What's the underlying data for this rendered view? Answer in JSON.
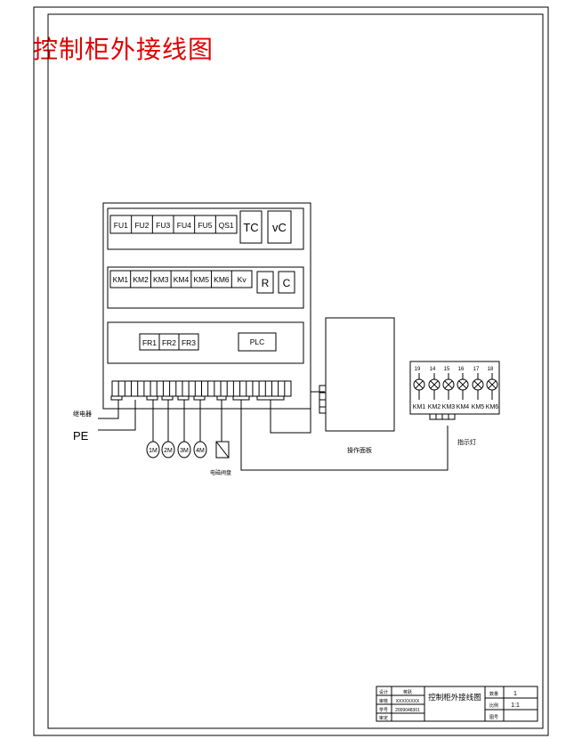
{
  "title": "控制柜外接线图",
  "panel": {
    "row1": [
      "FU1",
      "FU2",
      "FU3",
      "FU4",
      "FU5",
      "QS1"
    ],
    "row1_extra": [
      "TC",
      "vC"
    ],
    "row2": [
      "KM1",
      "KM2",
      "KM3",
      "KM4",
      "KM5",
      "KM6",
      "Kv"
    ],
    "row2_extra": [
      "R",
      "C"
    ],
    "row3": [
      "FR1",
      "FR2",
      "FR3"
    ],
    "plc": "PLC"
  },
  "external": {
    "relay_label": "继电器",
    "pe_label": "PE",
    "motors": [
      "1M",
      "2M",
      "3M",
      "4M"
    ],
    "valve_label": "电磁阀盘",
    "operator_panel_label": "操作面板",
    "indicator_label": "指示灯",
    "lamp_numbers": [
      "19",
      "14",
      "15",
      "16",
      "17",
      "18"
    ],
    "lamp_labels": [
      "KM1",
      "KM2",
      "KM3",
      "KM4",
      "KM5",
      "KM6"
    ]
  },
  "title_block": {
    "drawing_title": "控制柜外接线图",
    "row_labels": [
      "设计",
      "审核",
      "学号",
      "审定"
    ],
    "row_values": [
      "蒋跃",
      "XXXXXXXX",
      "2009048301",
      ""
    ],
    "right_labels": [
      "数量",
      "比例",
      "图号"
    ],
    "right_values": [
      "1",
      "1:1",
      ""
    ]
  }
}
